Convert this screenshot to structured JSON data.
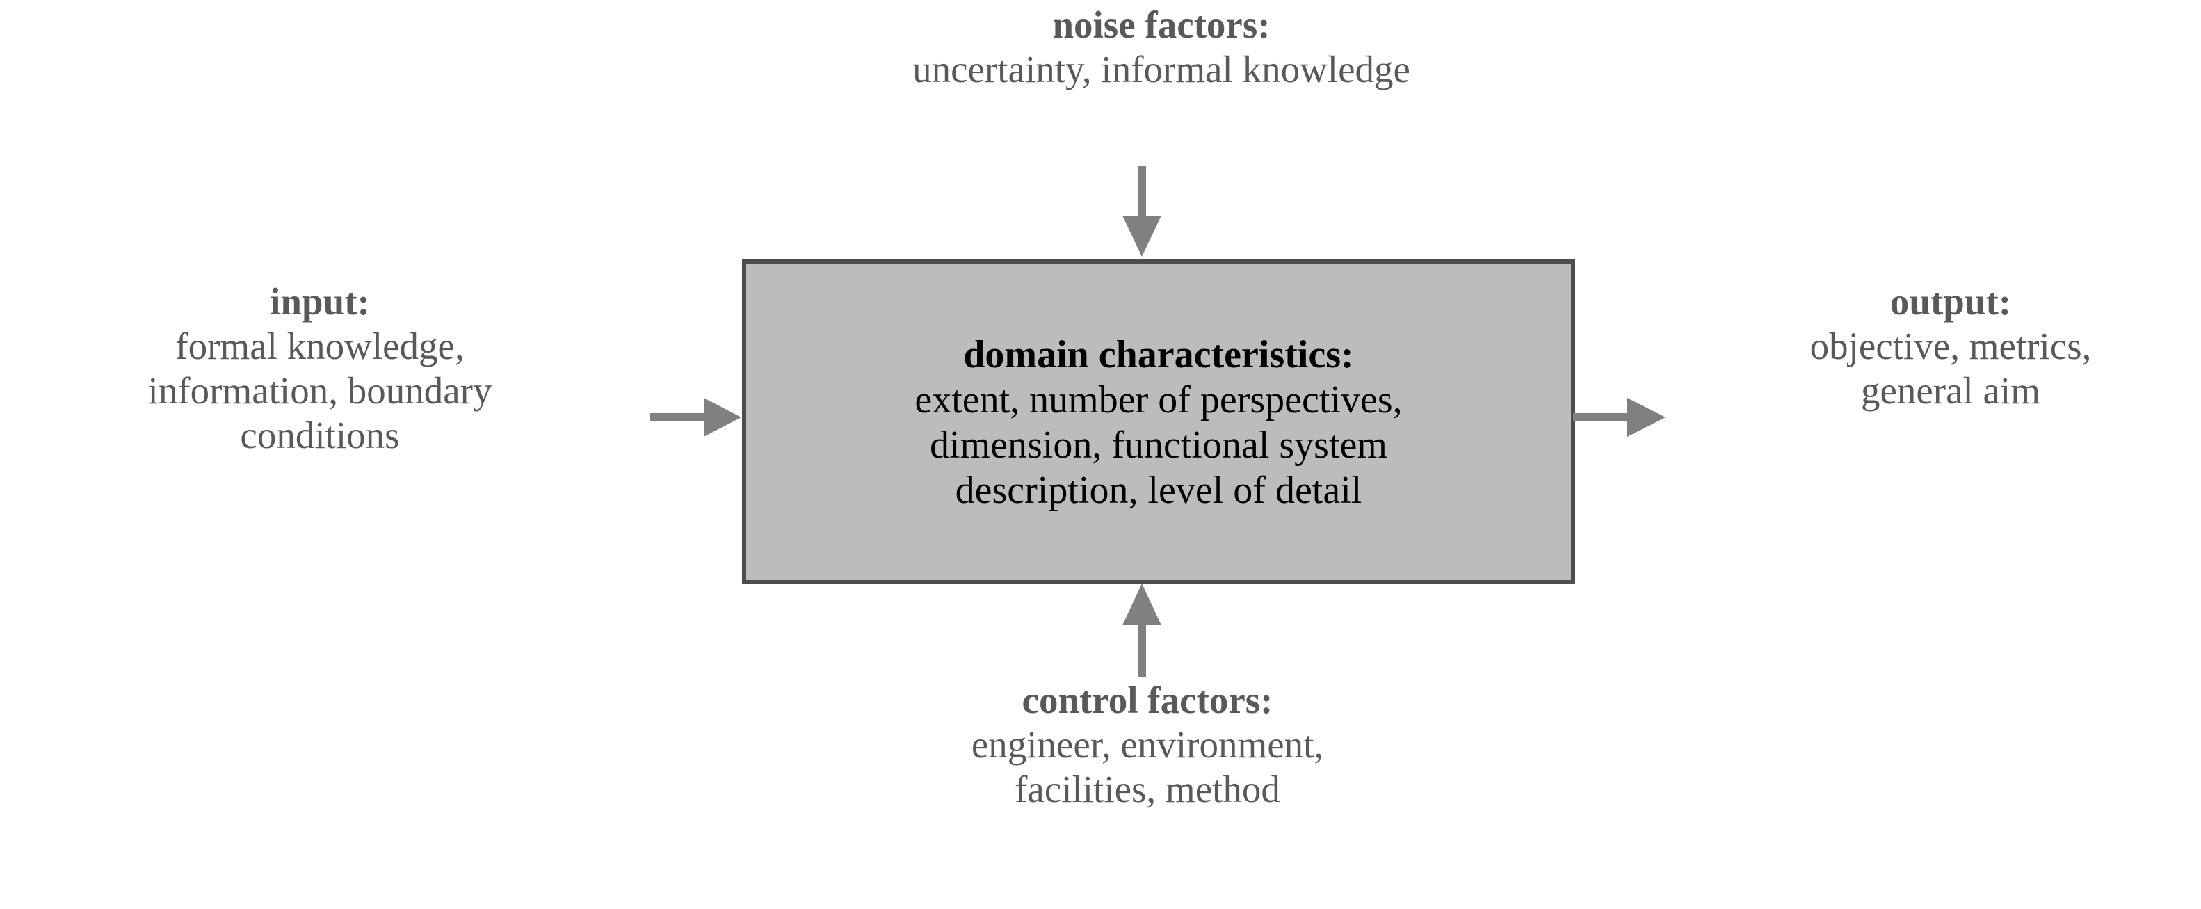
{
  "diagram": {
    "type": "IDEF0 / p-diagram block",
    "background_color": "#ffffff",
    "box_fill_color": "#bcbcbc",
    "box_border_color": "#4d4d4d",
    "arrow_color": "#808080",
    "outer_text_color": "#595959",
    "box_text_color": "#000000"
  },
  "noise": {
    "header": "noise factors:",
    "lines": [
      "uncertainty, informal knowledge"
    ]
  },
  "input": {
    "header": "input:",
    "lines": [
      "formal knowledge,",
      "information, boundary",
      "conditions"
    ]
  },
  "output": {
    "header": "output:",
    "lines": [
      "objective, metrics,",
      "general aim"
    ]
  },
  "control": {
    "header": "control factors:",
    "lines": [
      "engineer, environment,",
      "facilities, method"
    ]
  },
  "box": {
    "header": "domain characteristics:",
    "lines": [
      "extent, number of perspectives,",
      "dimension, functional system",
      "description, level of detail"
    ]
  },
  "arrows": {
    "input_arrow": "arrow-right",
    "output_arrow": "arrow-right",
    "noise_arrow": "arrow-down",
    "control_arrow": "arrow-up"
  }
}
